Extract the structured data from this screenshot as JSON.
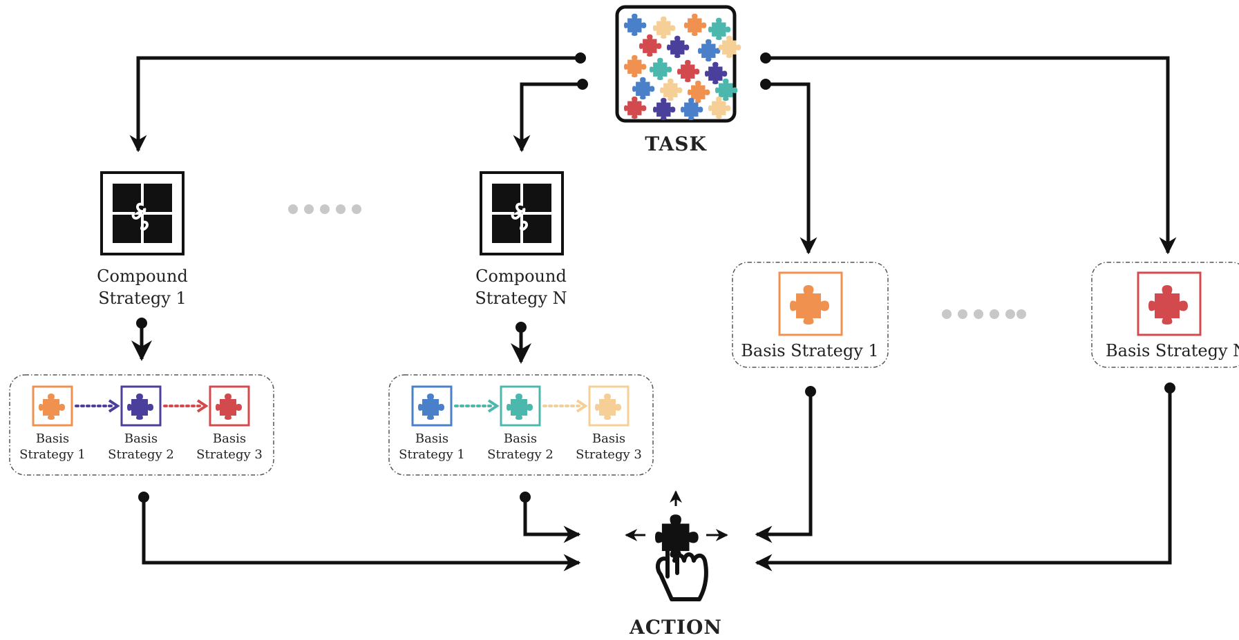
{
  "task": {
    "label": "TASK"
  },
  "action": {
    "label": "ACTION"
  },
  "compound_strategies": [
    {
      "line1": "Compound",
      "line2": "Strategy 1",
      "steps": [
        {
          "line1": "Basis",
          "line2": "Strategy 1",
          "color": "#f0914f"
        },
        {
          "line1": "Basis",
          "line2": "Strategy 2",
          "color": "#4a3f9b"
        },
        {
          "line1": "Basis",
          "line2": "Strategy 3",
          "color": "#d34a4e"
        }
      ]
    },
    {
      "line1": "Compound",
      "line2": "Strategy N",
      "steps": [
        {
          "line1": "Basis",
          "line2": "Strategy 1",
          "color": "#4a7fc9"
        },
        {
          "line1": "Basis",
          "line2": "Strategy 2",
          "color": "#4cb7ad"
        },
        {
          "line1": "Basis",
          "line2": "Strategy 3",
          "color": "#f6cf96"
        }
      ]
    }
  ],
  "basis_strategies": [
    {
      "label": "Basis Strategy 1",
      "color": "#f0914f"
    },
    {
      "label": "Basis Strategy N",
      "color": "#d34a4e"
    }
  ],
  "colors": {
    "line": "#111111",
    "dots": "#c8c8c8",
    "task_pieces": [
      "#4a7fc9",
      "#f6cf96",
      "#f0914f",
      "#4cb7ad",
      "#d34a4e",
      "#4a3f9b"
    ]
  }
}
